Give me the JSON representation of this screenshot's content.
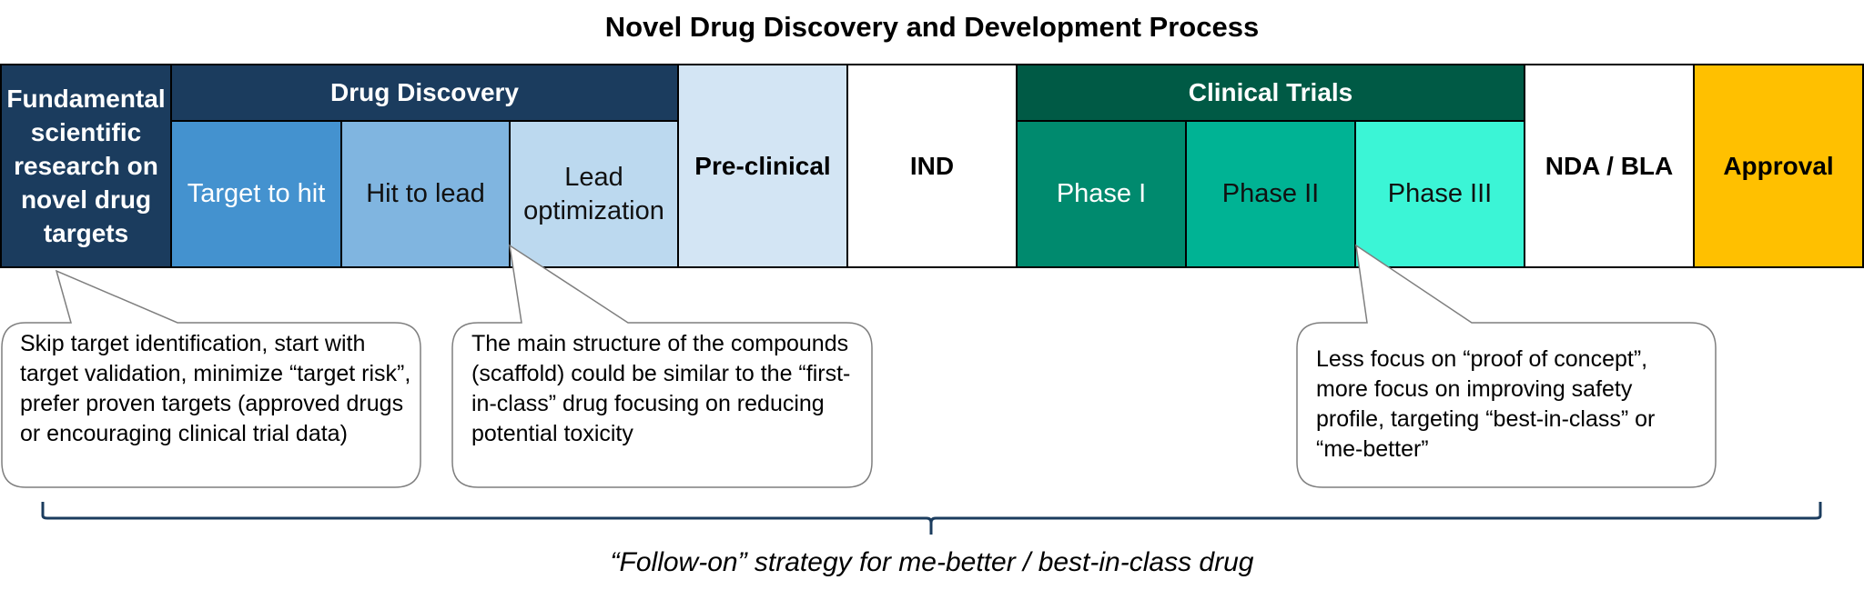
{
  "title": "Novel Drug Discovery and Development Process",
  "groups": {
    "drug_discovery": "Drug Discovery",
    "clinical_trials": "Clinical Trials"
  },
  "stages": {
    "fundamental": "Fundamental scientific research on novel drug targets",
    "target_to_hit": "Target to hit",
    "hit_to_lead": "Hit to lead",
    "lead_optimization": "Lead optimization",
    "preclinical": "Pre-clinical",
    "ind": "IND",
    "phase1": "Phase I",
    "phase2": "Phase II",
    "phase3": "Phase III",
    "nda_bla": "NDA / BLA",
    "approval": "Approval"
  },
  "callouts": {
    "target": "Skip target identification, start with target validation, minimize “target risk”, prefer proven targets (approved drugs or encouraging clinical trial data)",
    "scaffold": "The main structure of the compounds (scaffold) could be similar to the “first-in-class” drug focusing on reducing potential toxicity",
    "clinical": "Less focus on “proof of concept”, more focus on improving safety profile, targeting “best-in-class” or “me-better”"
  },
  "footer": "“Follow-on” strategy for me-better / best-in-class drug",
  "colors": {
    "navy": "#1b3c5e",
    "target_to_hit": "#4492cf",
    "hit_to_lead": "#80b5e0",
    "lead_optimization": "#bcd9ef",
    "preclinical": "#d3e5f4",
    "clinical_header": "#005a45",
    "phase1": "#008a6e",
    "phase2": "#00b394",
    "phase3": "#3bf5d6",
    "approval": "#ffc000",
    "brace": "#1b3c5e"
  }
}
